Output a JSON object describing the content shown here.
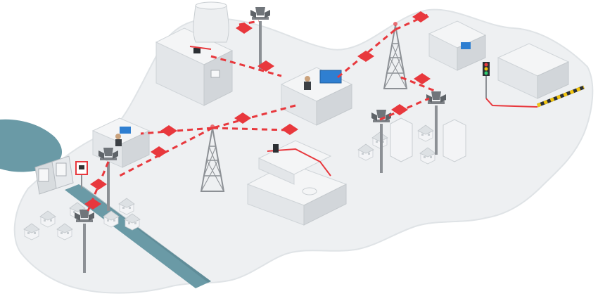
{
  "diagram": {
    "type": "isometric-network-illustration",
    "colors": {
      "land": "#eef0f2",
      "land_edge": "#dfe3e6",
      "water": "#6a9aa6",
      "water_dark": "#567f8b",
      "link": "#e8383d",
      "wall_light": "#f7f8f9",
      "wall_mid": "#e3e6e9",
      "wall_dark": "#cfd4d8",
      "tower": "#8c9095",
      "hazard_yellow": "#f1c40f",
      "screen_blue": "#2f7fd1"
    },
    "nodes": [
      {
        "id": "power-plant-control-room",
        "icon": "cooling-tower-icon"
      },
      {
        "id": "siren-tower-plant",
        "icon": "siren-tower-icon"
      },
      {
        "id": "central-control-room",
        "icon": "operator-desk-icon"
      },
      {
        "id": "relay-mast-center",
        "icon": "lattice-tower-icon"
      },
      {
        "id": "relay-mast-west",
        "icon": "lattice-tower-icon"
      },
      {
        "id": "dam-control-room",
        "icon": "operator-desk-icon"
      },
      {
        "id": "dam-gates",
        "icon": "dam-gate-icon"
      },
      {
        "id": "siren-tower-dam",
        "icon": "siren-tower-icon"
      },
      {
        "id": "siren-tower-river",
        "icon": "siren-tower-icon"
      },
      {
        "id": "school-building",
        "icon": "school-icon"
      },
      {
        "id": "siren-tower-town",
        "icon": "siren-tower-icon"
      },
      {
        "id": "industrial-site",
        "icon": "factory-icon"
      },
      {
        "id": "traffic-light",
        "icon": "traffic-light-icon"
      },
      {
        "id": "warning-sign",
        "icon": "warning-sign-icon"
      }
    ],
    "links": [
      {
        "from": "power-plant-control-room",
        "to": "central-control-room"
      },
      {
        "from": "siren-tower-plant",
        "to": "power-plant-control-room"
      },
      {
        "from": "central-control-room",
        "to": "relay-mast-center"
      },
      {
        "from": "relay-mast-center",
        "to": "industrial-site"
      },
      {
        "from": "relay-mast-center",
        "to": "siren-tower-town"
      },
      {
        "from": "central-control-room",
        "to": "relay-mast-west"
      },
      {
        "from": "relay-mast-west",
        "to": "dam-control-room"
      },
      {
        "from": "relay-mast-west",
        "to": "school-building"
      },
      {
        "from": "relay-mast-west",
        "to": "siren-tower-dam"
      },
      {
        "from": "siren-tower-dam",
        "to": "siren-tower-river"
      }
    ]
  }
}
